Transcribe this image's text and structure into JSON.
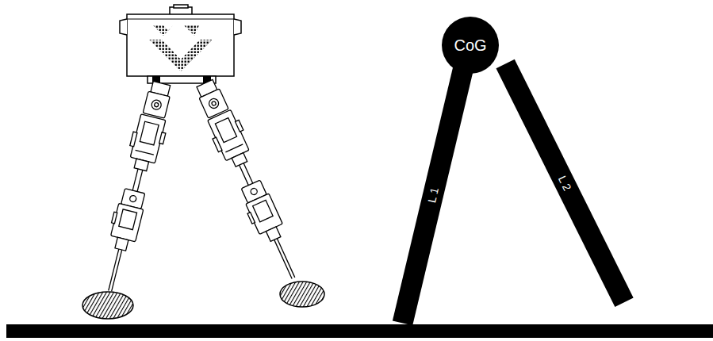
{
  "diagram": {
    "nodes": [
      {
        "text": [
          "CoG"
        ]
      },
      {
        "text": [
          "L 1"
        ]
      },
      {
        "text": [
          "L 2"
        ]
      }
    ]
  }
}
